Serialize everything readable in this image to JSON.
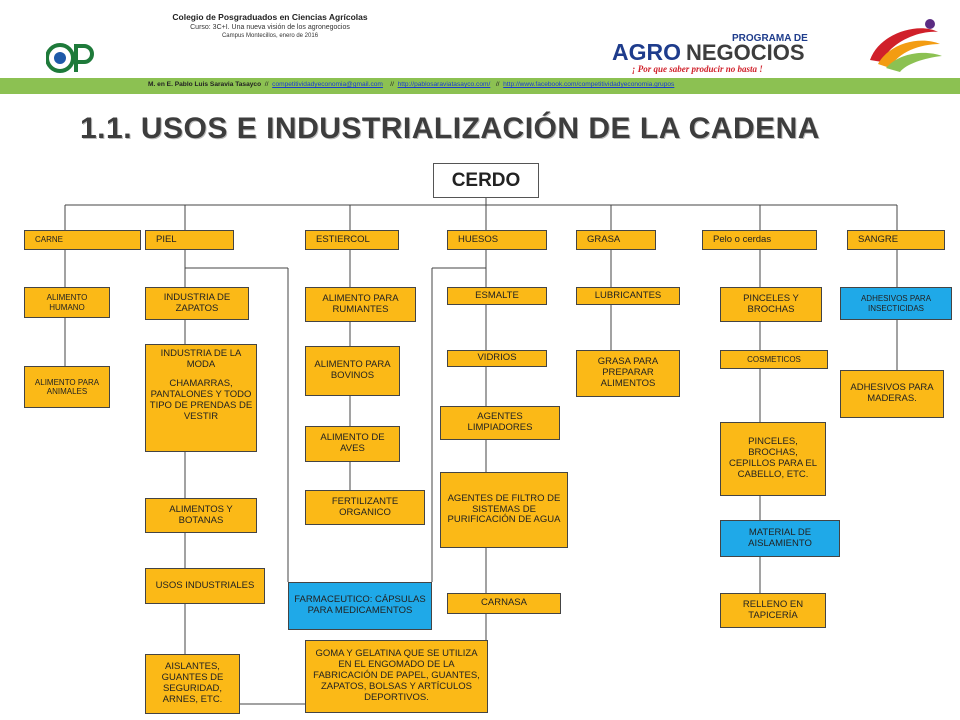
{
  "header": {
    "school": "Colegio de Posgraduados en Ciencias Agrícolas",
    "course": "Curso: 3C+I. Una nueva visión de los agronegocios",
    "campus": "Campus Montecillos, enero de 2016",
    "program_top": "PROGRAMA DE",
    "program_main_a": "AGRO",
    "program_main_b": "NEGOCIOS",
    "program_slogan": "¡ Por que saber producir no basta !",
    "cp_logo": "CP"
  },
  "credits": {
    "author": "M. en E. Pablo Luis Saravia Tasayco",
    "sep": "//",
    "link1": "competitividadyeconomia@gmail.com",
    "link2": "http://pablosaraviatasayco.com/",
    "link3": "http://www.facebook.com/competitividadyeconomia.grupos"
  },
  "title": "1.1. USOS E INDUSTRIALIZACIÓN DE LA CADENA",
  "diagram": {
    "root": "CERDO",
    "carne": {
      "label": "CARNE",
      "items": [
        "ALIMENTO HUMANO",
        "ALIMENTO PARA ANIMALES"
      ]
    },
    "piel": {
      "label": "PIEL",
      "items": [
        "INDUSTRIA DE ZAPATOS",
        "INDUSTRIA DE LA MODA",
        "CHAMARRAS, PANTALONES Y TODO TIPO DE PRENDAS DE VESTIR",
        "ALIMENTOS Y BOTANAS",
        "USOS INDUSTRIALES",
        "AISLANTES, GUANTES DE SEGURIDAD, ARNES, ETC."
      ]
    },
    "estiercol": {
      "label": "ESTIERCOL",
      "items": [
        "ALIMENTO PARA RUMIANTES",
        "ALIMENTO PARA BOVINOS",
        "ALIMENTO DE AVES",
        "FERTILIZANTE ORGANICO"
      ]
    },
    "farmaceutico": "FARMACEUTICO: CÁPSULAS PARA MEDICAMENTOS",
    "goma": "GOMA Y GELATINA QUE SE UTILIZA EN EL ENGOMADO DE LA FABRICACIÓN DE PAPEL, GUANTES, ZAPATOS, BOLSAS Y ARTÍCULOS DEPORTIVOS.",
    "huesos": {
      "label": "HUESOS",
      "items": [
        "ESMALTE",
        "VIDRIOS",
        "AGENTES LIMPIADORES",
        "AGENTES DE FILTRO DE SISTEMAS DE PURIFICACIÓN DE AGUA",
        "CARNASA"
      ]
    },
    "grasa": {
      "label": "GRASA",
      "items": [
        "LUBRICANTES",
        "GRASA PARA PREPARAR ALIMENTOS"
      ]
    },
    "pelo": {
      "label": "Pelo o cerdas",
      "items": [
        "PINCELES Y BROCHAS",
        "COSMETICOS",
        "PINCELES, BROCHAS, CEPILLOS PARA EL CABELLO, ETC.",
        "MATERIAL DE AISLAMIENTO",
        "RELLENO EN TAPICERÍA"
      ]
    },
    "sangre": {
      "label": "SANGRE",
      "items": [
        "ADHESIVOS PARA INSECTICIDAS",
        "ADHESIVOS PARA MADERAS."
      ]
    }
  },
  "colors": {
    "box": "#fbb917",
    "box_highlight": "#1fa9e8",
    "bar": "#8cc152"
  }
}
